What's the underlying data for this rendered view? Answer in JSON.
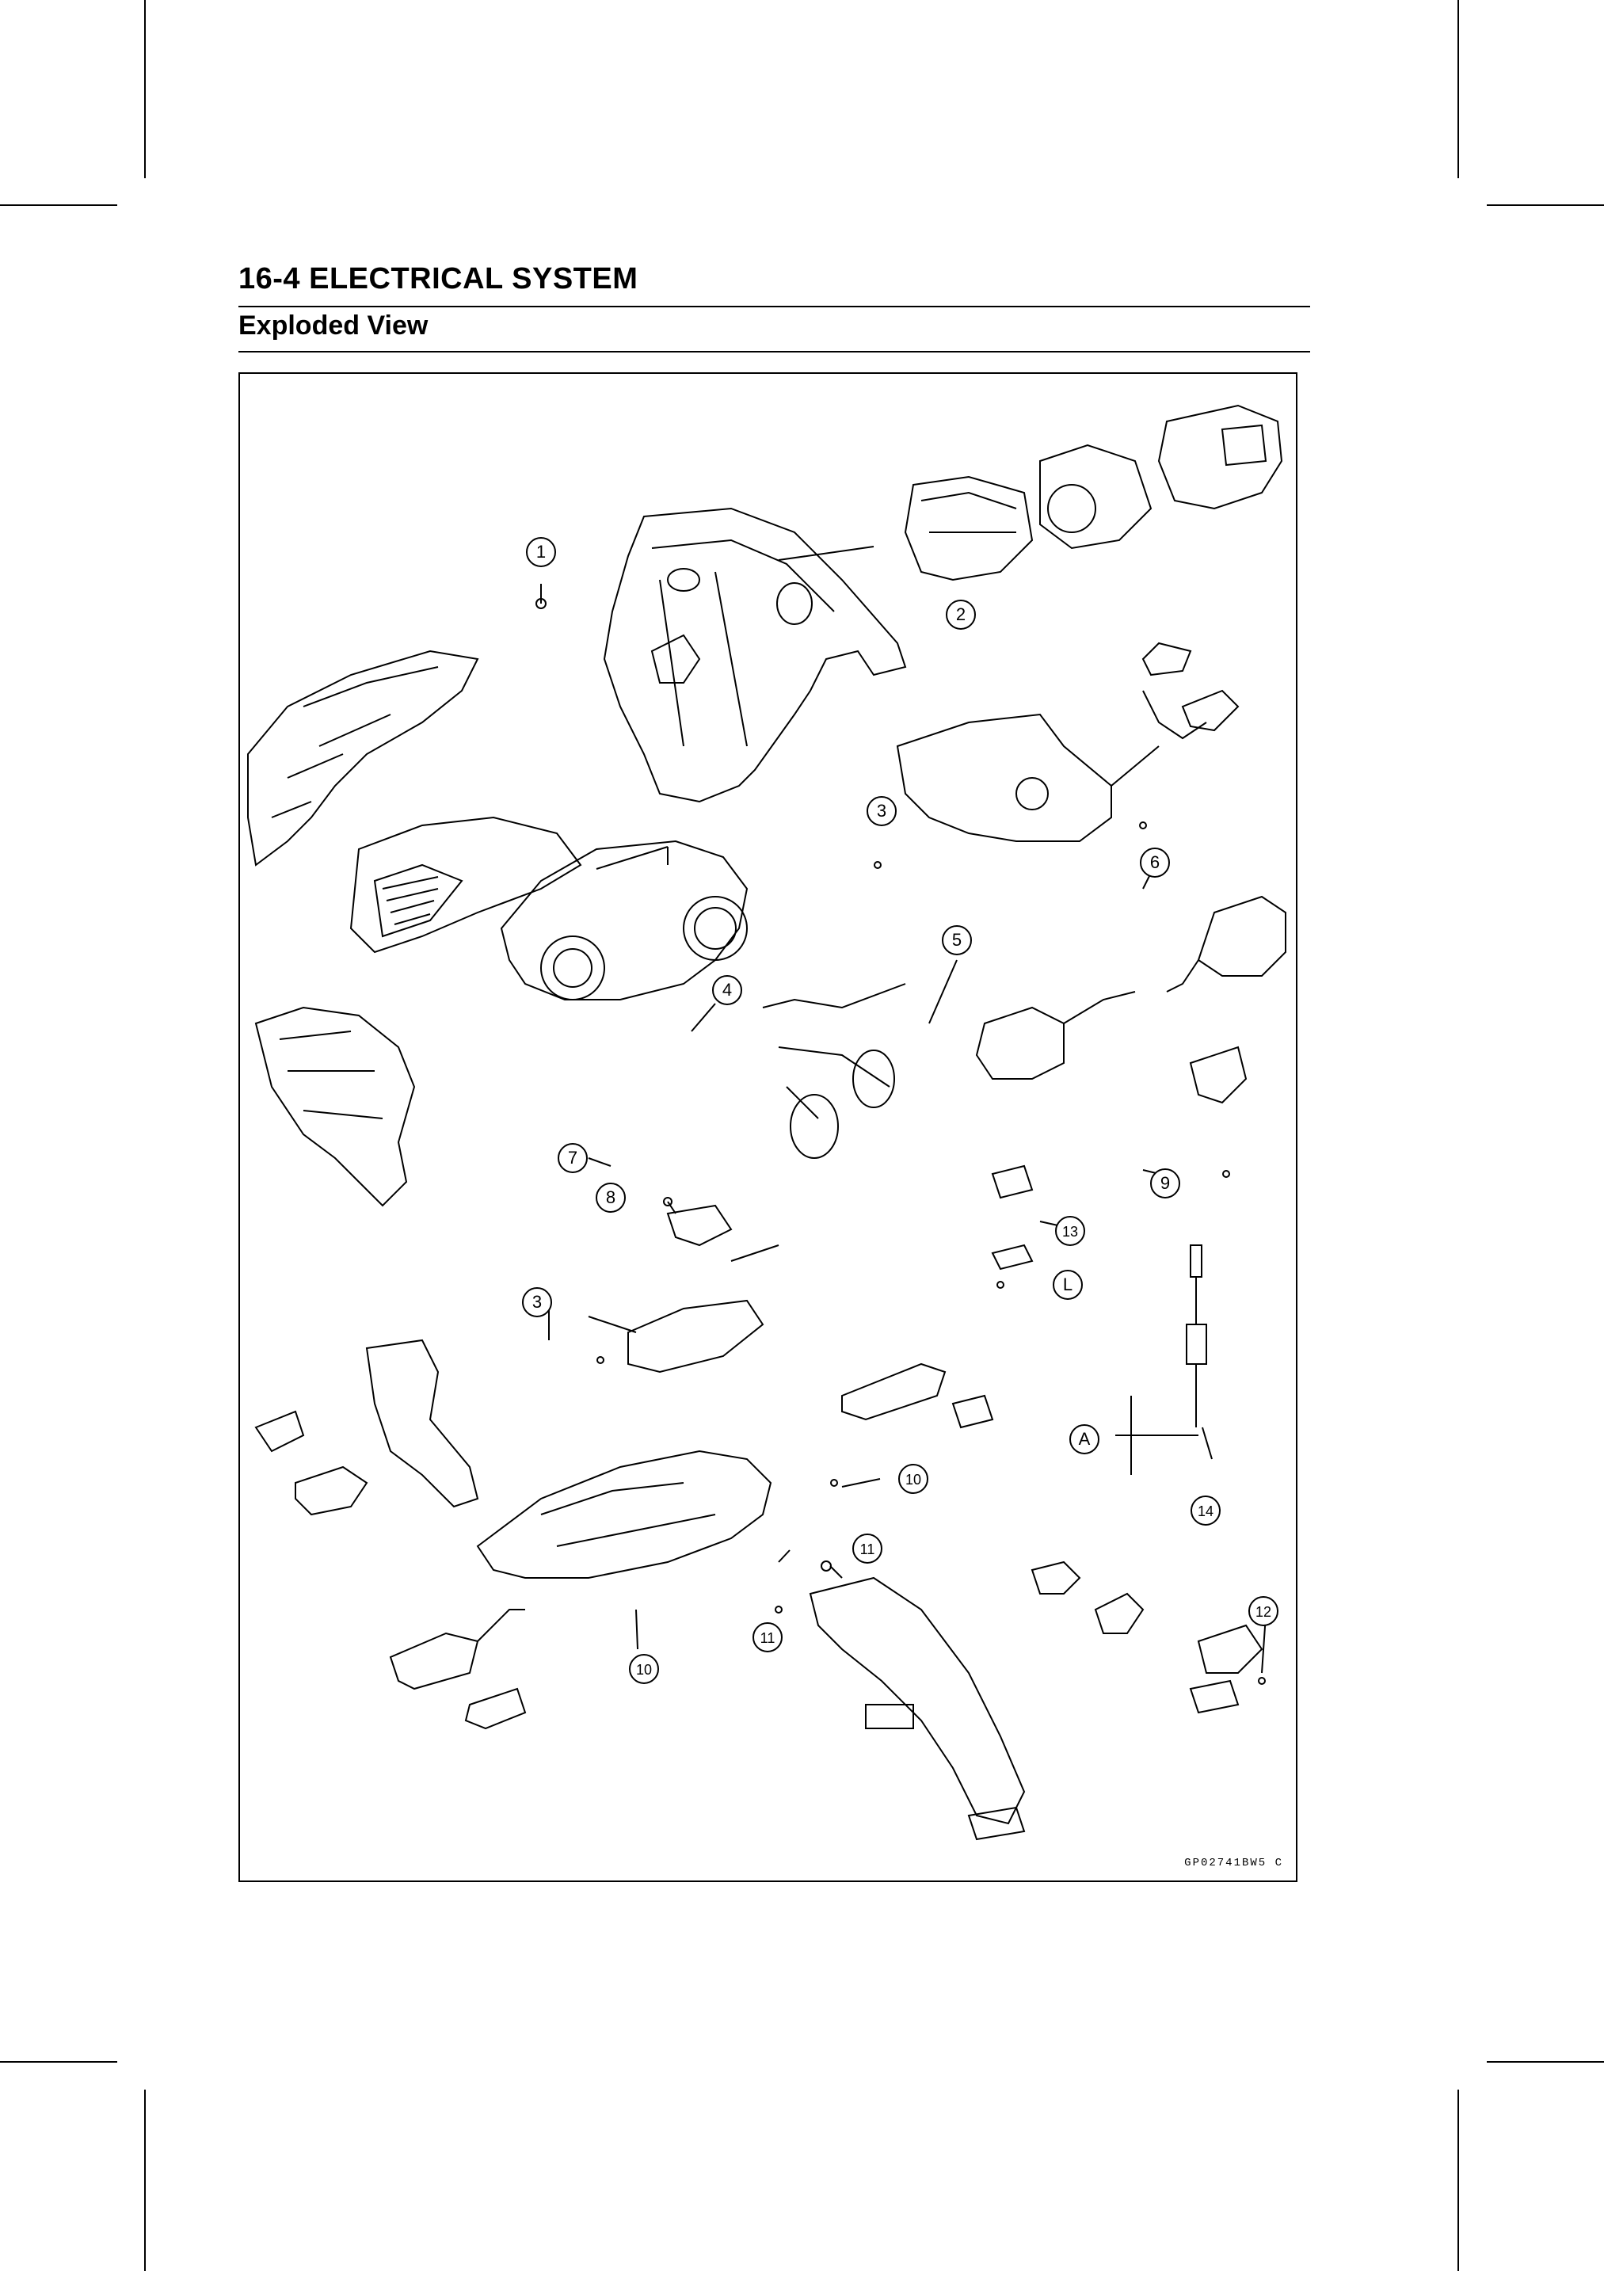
{
  "header": {
    "title": "16-4 ELECTRICAL SYSTEM"
  },
  "section": {
    "title": "Exploded View"
  },
  "figure": {
    "code": "GP02741BW5 C",
    "callouts": [
      "1",
      "2",
      "3",
      "6",
      "5",
      "4",
      "7",
      "9",
      "8",
      "13",
      "L",
      "3",
      "A",
      "10",
      "14",
      "11",
      "11",
      "12",
      "10"
    ]
  }
}
